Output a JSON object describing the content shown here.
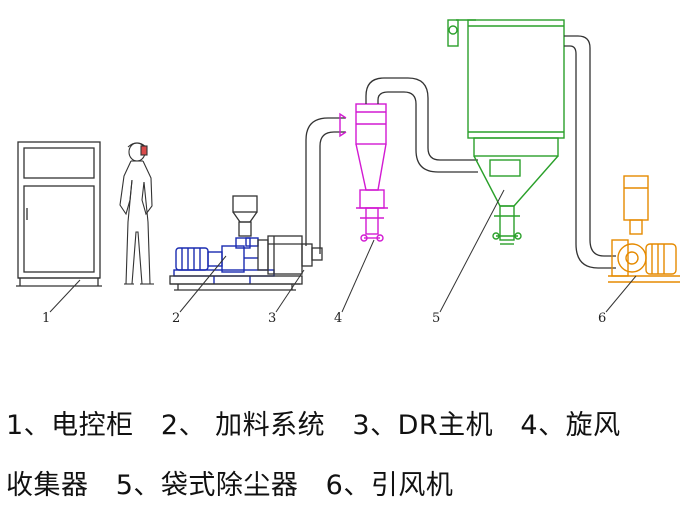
{
  "colors": {
    "outline": "#333333",
    "feeding_system": "#1a2bb0",
    "cyclone": "#d21ad2",
    "baghouse_discharge": "#2aa02a",
    "induced_fan": "#e58a00"
  },
  "callouts": [
    "1",
    "2",
    "3",
    "4",
    "5",
    "6"
  ],
  "captions": {
    "line1": "1、电控柜   2、 加料系统   3、DR主机   4、旋风",
    "line2": "收集器   5、袋式除尘器   6、引风机"
  }
}
